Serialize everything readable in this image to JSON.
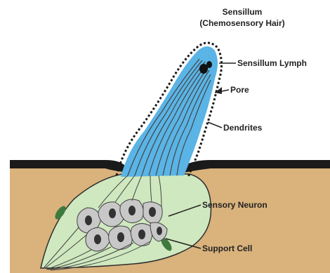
{
  "diagram": {
    "title_line1": "Sensillum",
    "title_line2": "(Chemosensory Hair)",
    "labels": {
      "lymph": "Sensillum Lymph",
      "pore": "Pore",
      "dendrites": "Dendrites",
      "neuron": "Sensory Neuron",
      "support": "Support Cell"
    },
    "colors": {
      "cuticle_top": "#1a1a1a",
      "epidermis": "#d9b27c",
      "support_cell": "#cfe8bf",
      "lymph": "#5ab4e6",
      "neuron": "#c8c8c8",
      "nucleus": "#333333",
      "dendrite": "#555555",
      "support_nucleus": "#3e7a3e"
    }
  }
}
